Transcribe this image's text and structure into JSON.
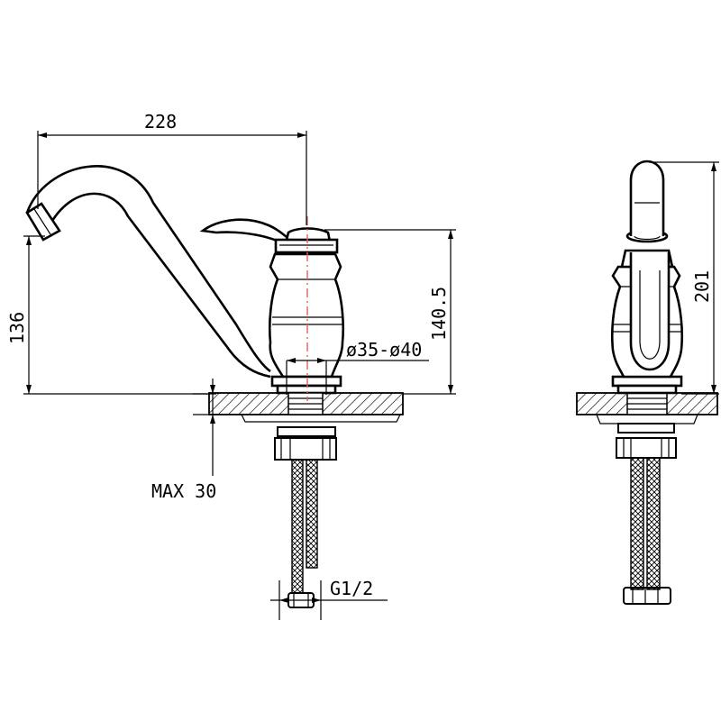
{
  "dimensions": {
    "width_228": "228",
    "height_136": "136",
    "height_140_5": "140.5",
    "diameter": "ø35-ø40",
    "max_30": "MAX 30",
    "thread": "G1/2",
    "height_201": "201"
  },
  "colors": {
    "line": "#000000",
    "centerline": "#e06060",
    "background": "#ffffff"
  }
}
